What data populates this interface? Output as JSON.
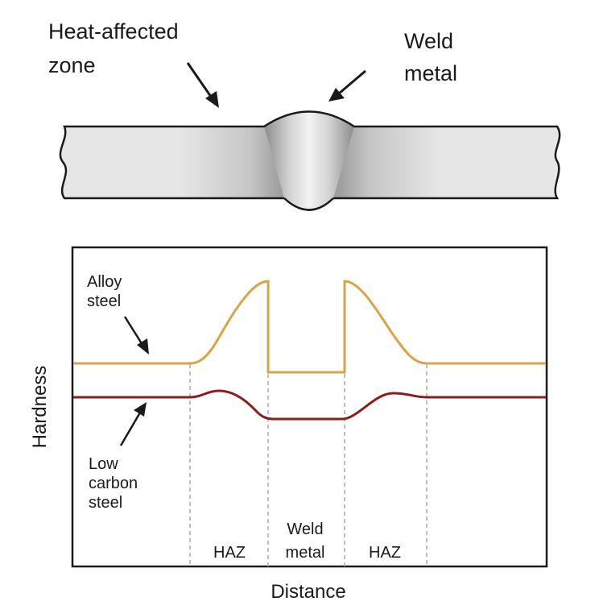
{
  "top": {
    "haz_label_line1": "Heat-affected",
    "haz_label_line2": "zone",
    "weld_label_line1": "Weld",
    "weld_label_line2": "metal"
  },
  "graph": {
    "ylabel": "Hardness",
    "xlabel": "Distance",
    "alloy_line1": "Alloy",
    "alloy_line2": "steel",
    "low_line1": "Low",
    "low_line2": "carbon",
    "low_line3": "steel",
    "region_haz_left": "HAZ",
    "region_weld_line1": "Weld",
    "region_weld_line2": "metal",
    "region_haz_right": "HAZ"
  },
  "colors": {
    "alloy_curve": "#d9a447",
    "low_carbon_curve": "#8b1d1d",
    "outline": "#1a1a1a",
    "divider": "#a8a8a8"
  }
}
